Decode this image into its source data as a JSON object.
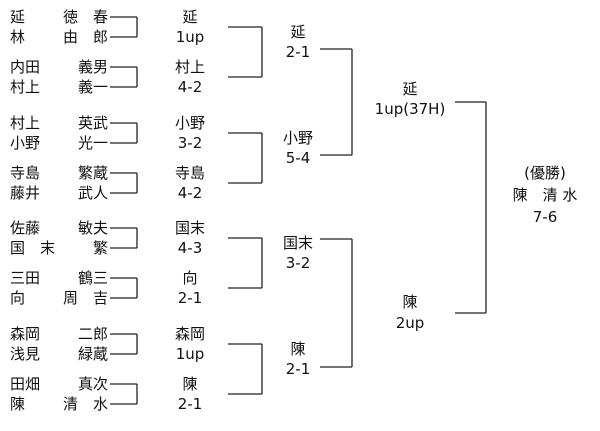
{
  "players": [
    {
      "surname": "延",
      "given": "徳　春"
    },
    {
      "surname": "林",
      "given": "由　郎"
    },
    {
      "surname": "内田",
      "given": "義男"
    },
    {
      "surname": "村上",
      "given": "義一"
    },
    {
      "surname": "村上",
      "given": "英武"
    },
    {
      "surname": "小野",
      "given": "光一"
    },
    {
      "surname": "寺島",
      "given": "繁蔵"
    },
    {
      "surname": "藤井",
      "given": "武人"
    },
    {
      "surname": "佐藤",
      "given": "敏夫"
    },
    {
      "surname": "国　末",
      "given": "繁"
    },
    {
      "surname": "三田",
      "given": "鶴三"
    },
    {
      "surname": "向",
      "given": "周　吉"
    },
    {
      "surname": "森岡",
      "given": "二郎"
    },
    {
      "surname": "浅見",
      "given": "緑蔵"
    },
    {
      "surname": "田畑",
      "given": "真次"
    },
    {
      "surname": "陳",
      "given": "清　水"
    }
  ],
  "round1": [
    {
      "winner": "延",
      "score": "1up"
    },
    {
      "winner": "村上",
      "score": "4-2"
    },
    {
      "winner": "小野",
      "score": "3-2"
    },
    {
      "winner": "寺島",
      "score": "4-2"
    },
    {
      "winner": "国末",
      "score": "4-3"
    },
    {
      "winner": "向",
      "score": "2-1"
    },
    {
      "winner": "森岡",
      "score": "1up"
    },
    {
      "winner": "陳",
      "score": "2-1"
    }
  ],
  "round2": [
    {
      "winner": "延",
      "score": "2-1"
    },
    {
      "winner": "小野",
      "score": "5-4"
    },
    {
      "winner": "国末",
      "score": "3-2"
    },
    {
      "winner": "陳",
      "score": "2-1"
    }
  ],
  "semifinal": [
    {
      "winner": "延",
      "score": "1up(37H)"
    },
    {
      "winner": "陳",
      "score": "2up"
    }
  ],
  "final": {
    "label": "(優勝)",
    "winner": "陳　清 水",
    "score": "7-6"
  }
}
